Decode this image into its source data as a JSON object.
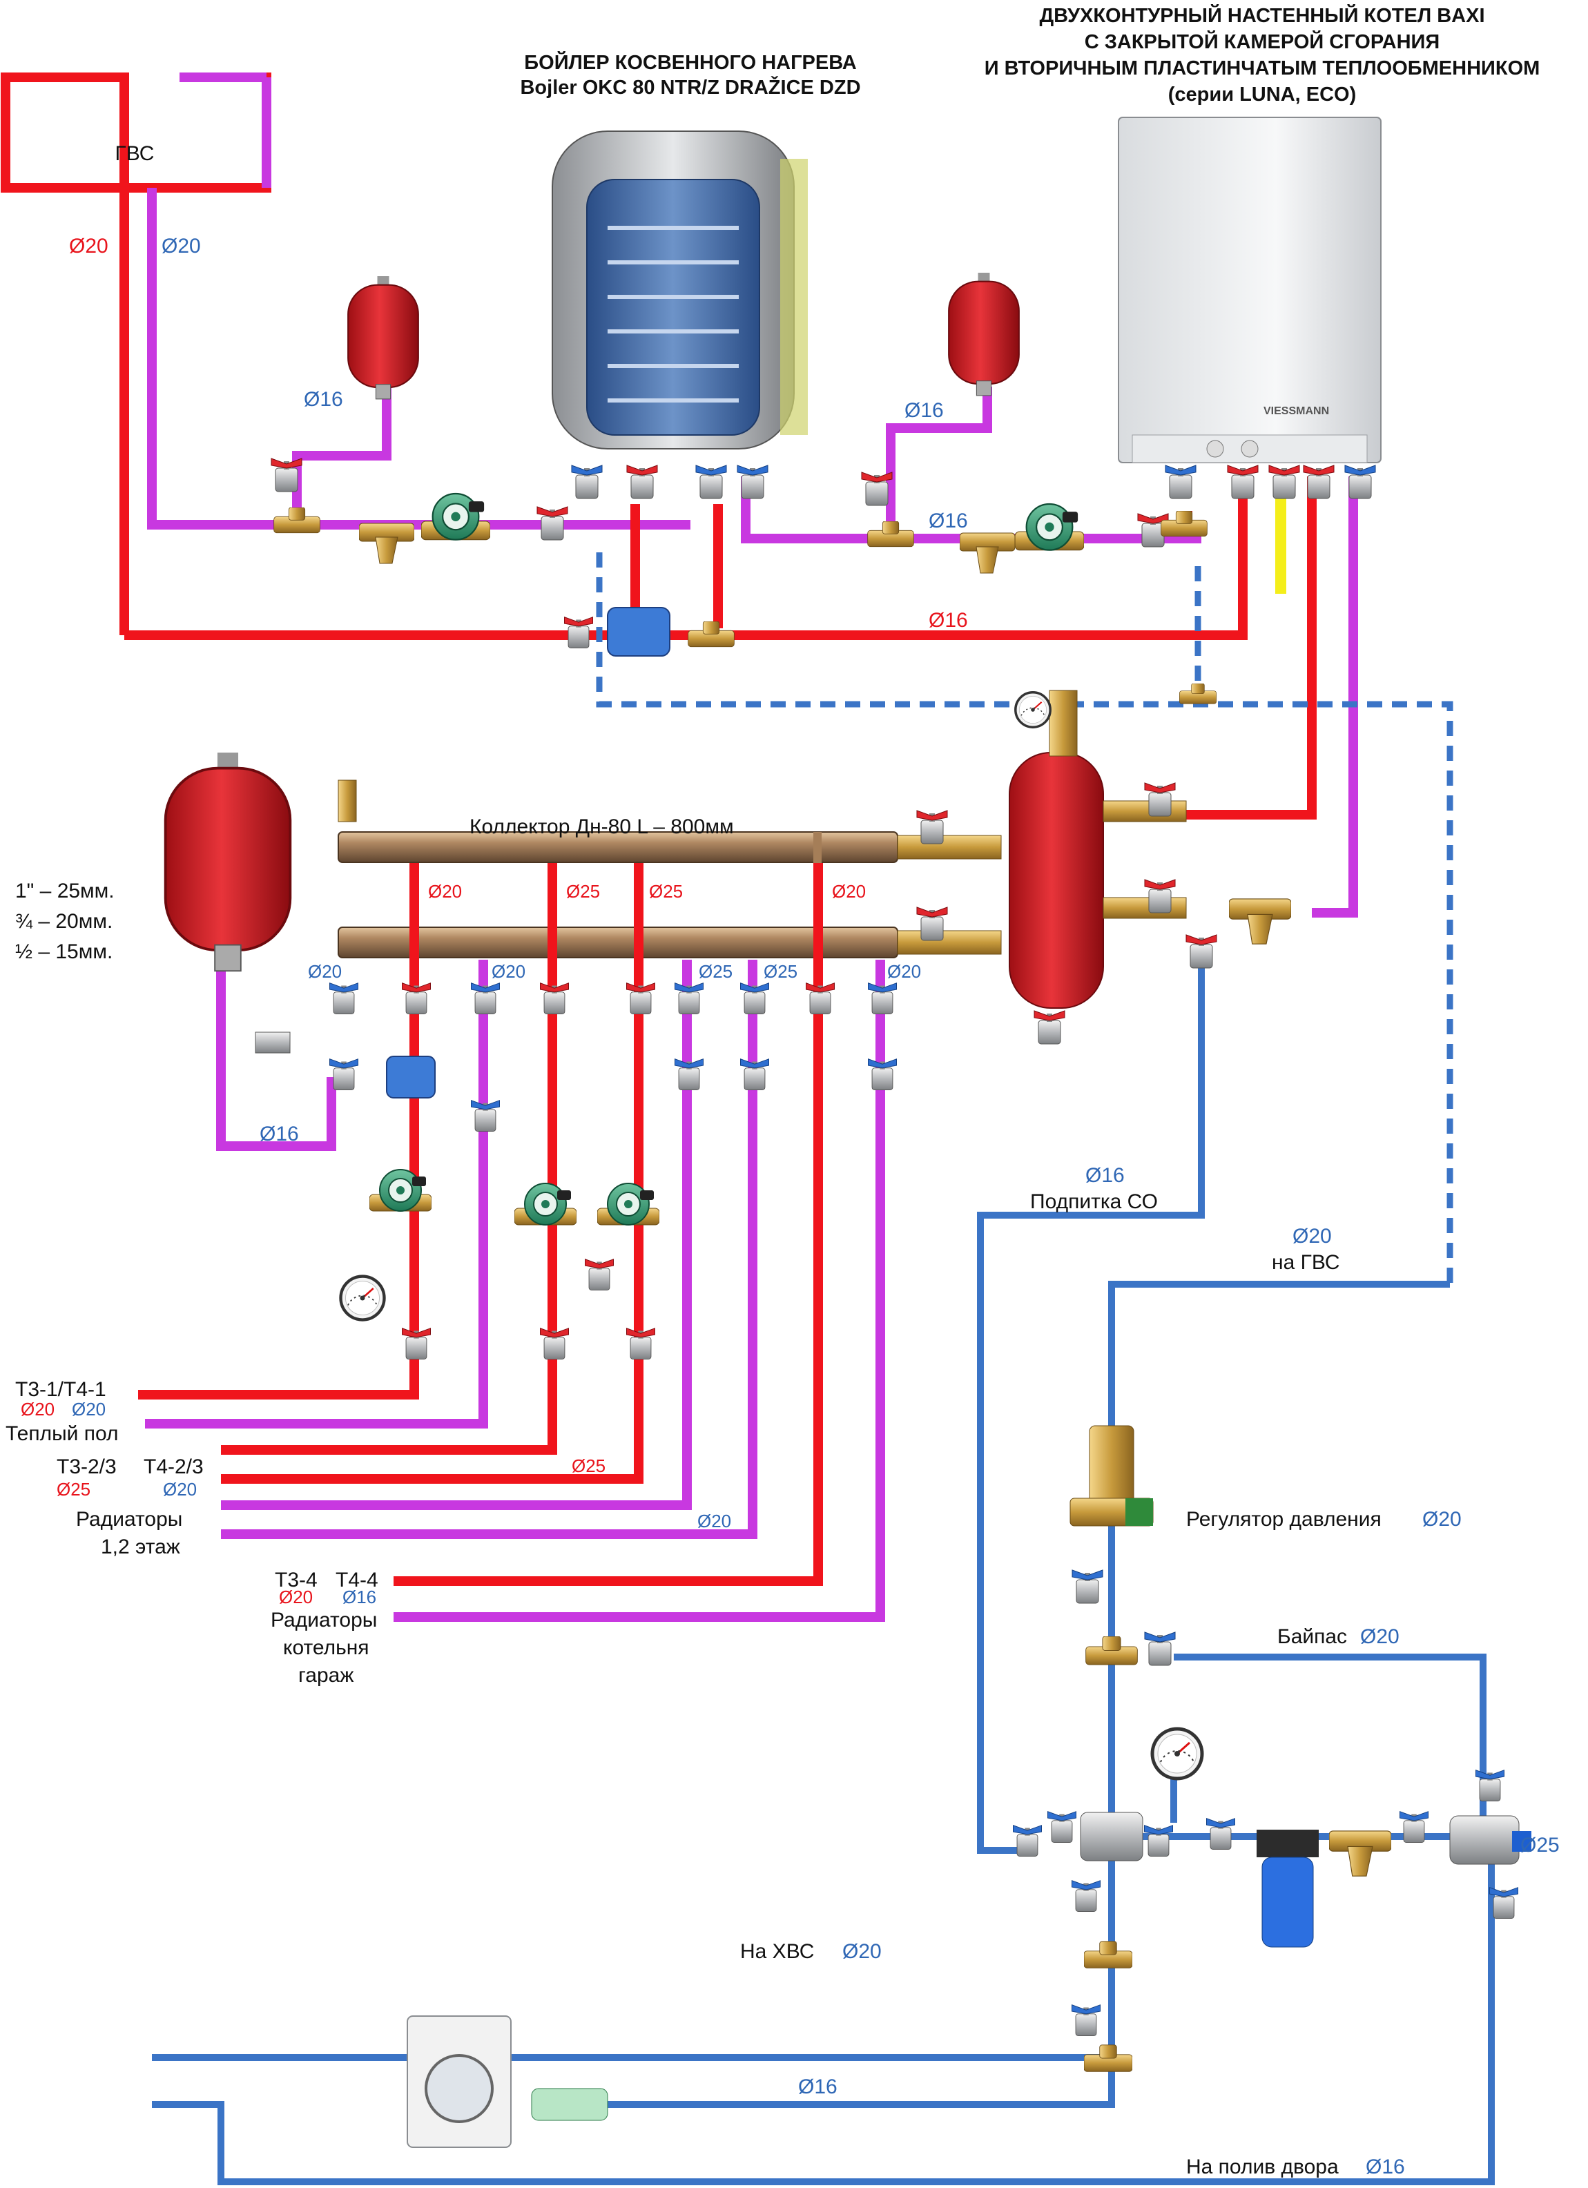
{
  "titles": {
    "boiler_line1": "БОЙЛЕР КОСВЕННОГО НАГРЕВА",
    "boiler_line2": "Bojler OKC 80 NTR/Z DRAŽICE DZD",
    "gas_line1": "ДВУХКОНТУРНЫЙ НАСТЕННЫЙ КОТЕЛ BAXI",
    "gas_line2": "С ЗАКРЫТОЙ КАМЕРОЙ СГОРАНИЯ",
    "gas_line3": "И ВТОРИЧНЫМ ПЛАСТИНЧАТЫМ ТЕПЛООБМЕННИКОМ",
    "gas_line4": "(серии LUNA, ECO)"
  },
  "labels": {
    "gvs_box": "ГВС",
    "collector": "Коллектор Дн-80  L – 800мм",
    "podpitka": "Подпитка СО",
    "na_gvs": "на ГВС",
    "regulator": "Регулятор давления",
    "bypass": "Байпас",
    "na_hvs": "На ХВС",
    "poliv": "На полив двора",
    "teply_pol": "Теплый пол",
    "radiatory": "Радиаторы",
    "etazh": "1,2 этаж",
    "radiatory2": "Радиаторы",
    "kotelnya": "котельня",
    "garazh": "гараж",
    "t31": "Т3-1/Т4-1",
    "t32": "Т3-2/3",
    "t42": "Т4-2/3",
    "t34": "Т3-4",
    "t44": "Т4-4",
    "brand": "VIESSMANN"
  },
  "legend": {
    "l1": "1\" – 25мм.",
    "l2": "¾ – 20мм.",
    "l3": "½ – 15мм."
  },
  "diameters": {
    "d20": "Ø20",
    "d16": "Ø16",
    "d25": "Ø25"
  },
  "colors": {
    "supply": "#f0141c",
    "return": "#c838e0",
    "cold_water": "#3b74c6",
    "gas": "#f4ee1a"
  },
  "icons": {
    "expansion_tank": "expansion-tank-icon",
    "pump": "circulation-pump-icon",
    "valve": "ball-valve-icon",
    "gauge": "pressure-gauge-icon",
    "filter": "water-filter-icon",
    "washer": "washing-machine-icon"
  }
}
